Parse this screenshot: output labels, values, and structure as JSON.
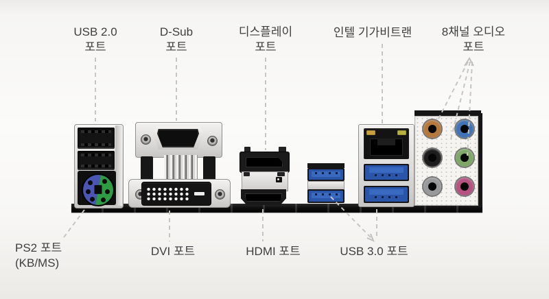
{
  "diagram": {
    "labels": {
      "usb2": [
        "USB 2.0",
        "포트"
      ],
      "dsub": [
        "D-Sub",
        "포트"
      ],
      "displayport": [
        "디스플레이",
        "포트"
      ],
      "lan": [
        "인텔 기가비트랜"
      ],
      "audio": [
        "8채널 오디오",
        "포트"
      ],
      "ps2": [
        "PS2 포트",
        "(KB/MS)"
      ],
      "dvi": [
        "DVI 포트"
      ],
      "hdmi": [
        "HDMI 포트"
      ],
      "usb3": [
        "USB 3.0 포트"
      ]
    },
    "colors": {
      "usb3_port_blue": "#2a55a8",
      "usb3_tongue_blue": "#3a69c0",
      "ps2_left_blue": "#4a55b4",
      "ps2_right_green": "#2f9c44",
      "lan_led_left": "#c9a23e",
      "lan_led_right": "#b7b13f",
      "audio_jacks": [
        {
          "name": "orange",
          "color": "#b5783f"
        },
        {
          "name": "blue",
          "color": "#4273b4"
        },
        {
          "name": "black",
          "color": "#1d1d1d"
        },
        {
          "name": "green",
          "color": "#7ea768"
        },
        {
          "name": "gray",
          "color": "#98999b"
        },
        {
          "name": "pink",
          "color": "#b4537f"
        }
      ]
    }
  }
}
